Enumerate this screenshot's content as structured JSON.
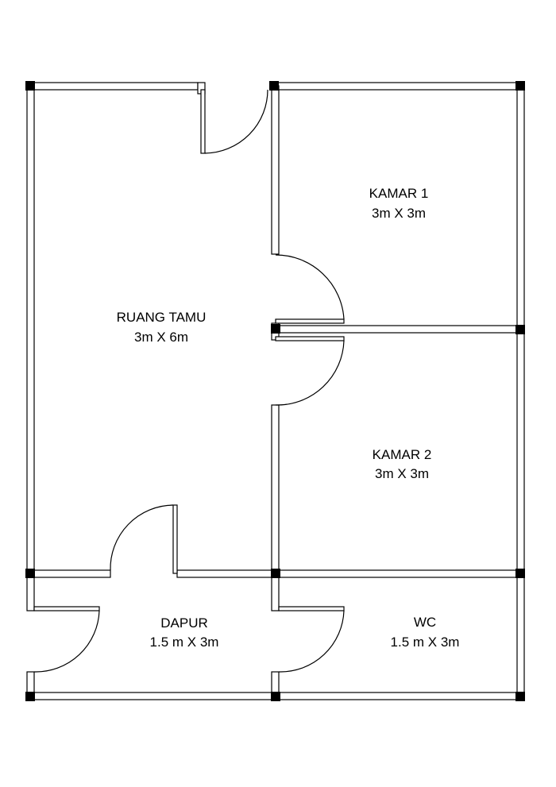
{
  "rooms": [
    {
      "id": "ruang-tamu",
      "name": "RUANG TAMU",
      "size": "3m X 6m"
    },
    {
      "id": "kamar-1",
      "name": "KAMAR 1",
      "size": "3m X 3m"
    },
    {
      "id": "kamar-2",
      "name": "KAMAR 2",
      "size": "3m X 3m"
    },
    {
      "id": "dapur",
      "name": "DAPUR",
      "size": "1.5 m X 3m"
    },
    {
      "id": "wc",
      "name": "WC",
      "size": "1.5 m X 3m"
    }
  ]
}
